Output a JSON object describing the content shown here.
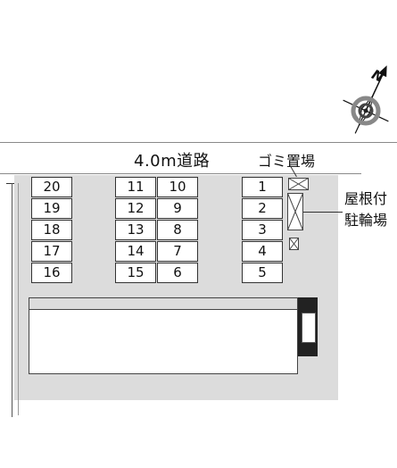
{
  "road": {
    "label": "4.0m道路"
  },
  "facilities": {
    "trash": "ゴミ置場",
    "bike_line1": "屋根付",
    "bike_line2": "駐輪場"
  },
  "compass": {
    "north_label": "N"
  },
  "parking": {
    "col_a": [
      "20",
      "19",
      "18",
      "17",
      "16"
    ],
    "col_b": [
      "11",
      "12",
      "13",
      "14",
      "15"
    ],
    "col_c": [
      "10",
      "9",
      "8",
      "7",
      "6"
    ],
    "col_d": [
      "1",
      "2",
      "3",
      "4",
      "5"
    ]
  },
  "colors": {
    "lot": "#dcdcdc",
    "road_line": "#8a8a8a",
    "slot_border": "#333333"
  }
}
